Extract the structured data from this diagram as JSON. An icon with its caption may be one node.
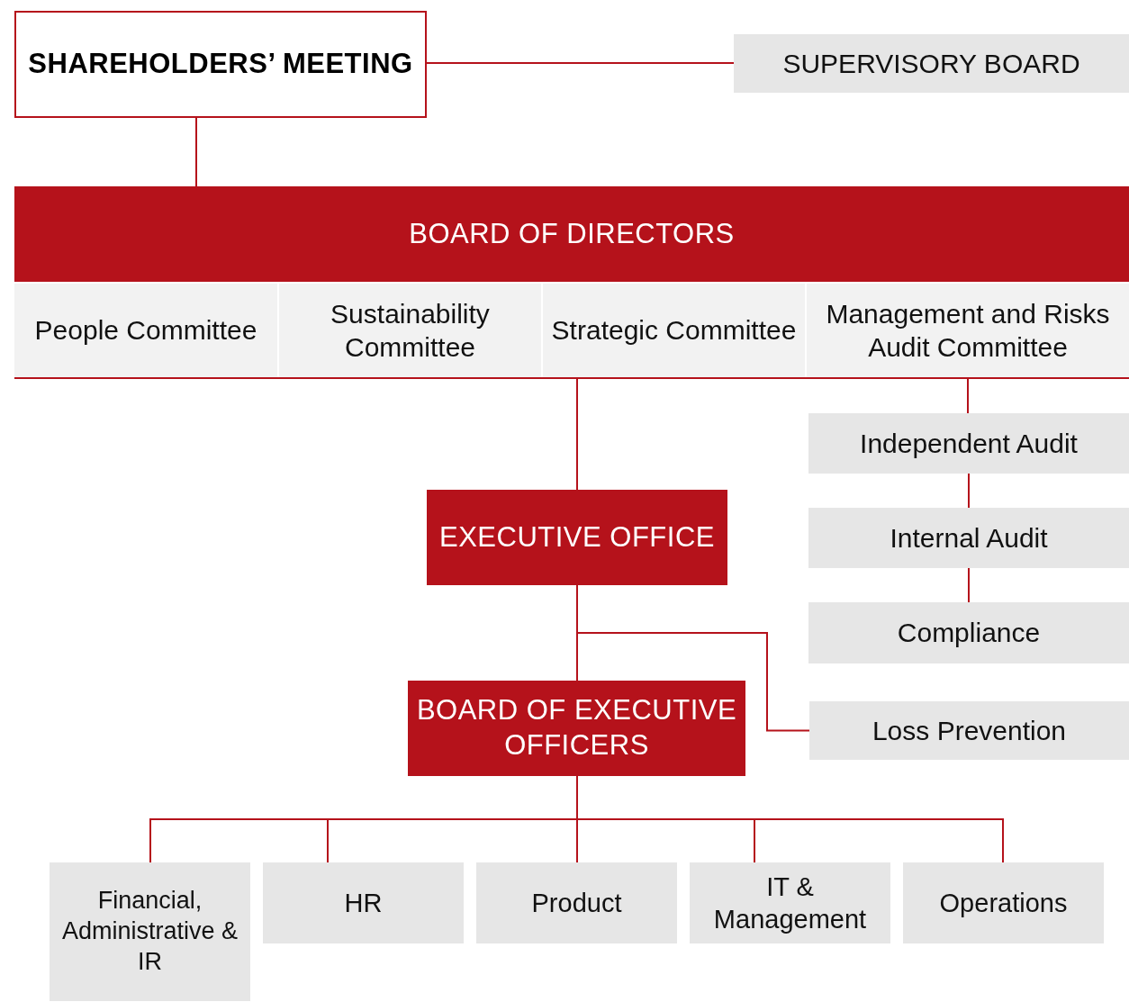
{
  "diagram": {
    "nodes": [
      {
        "text": [
          "SHAREHOLDERS’ MEETING"
        ]
      },
      {
        "text": [
          "SUPERVISORY BOARD"
        ]
      },
      {
        "text": [
          "BOARD OF DIRECTORS"
        ]
      },
      {
        "text": [
          "People Committee"
        ]
      },
      {
        "text": [
          "Sustainability Committee"
        ]
      },
      {
        "text": [
          "Strategic Committee"
        ]
      },
      {
        "text": [
          "Management and Risks Audit Committee"
        ]
      },
      {
        "text": [
          "Independent Audit"
        ]
      },
      {
        "text": [
          "Internal Audit"
        ]
      },
      {
        "text": [
          "Compliance"
        ]
      },
      {
        "text": [
          "EXECUTIVE OFFICE"
        ]
      },
      {
        "text": [
          "Loss Prevention"
        ]
      },
      {
        "text": [
          "BOARD OF EXECUTIVE OFFICERS"
        ]
      },
      {
        "text": [
          "Financial, Administrative & IR"
        ]
      },
      {
        "text": [
          "HR"
        ]
      },
      {
        "text": [
          "Product"
        ]
      },
      {
        "text": [
          "IT & Management"
        ]
      },
      {
        "text": [
          "Operations"
        ]
      }
    ],
    "edges": [
      {
        "from": 0,
        "to": 1,
        "arrow": "none"
      },
      {
        "from": 0,
        "to": 2,
        "arrow": "none"
      },
      {
        "from": 5,
        "to": 10,
        "arrow": "none"
      },
      {
        "from": 6,
        "to": 7,
        "arrow": "none"
      },
      {
        "from": 7,
        "to": 8,
        "arrow": "none"
      },
      {
        "from": 8,
        "to": 9,
        "arrow": "none"
      },
      {
        "from": 10,
        "to": 12,
        "arrow": "none"
      },
      {
        "from": 10,
        "to": 11,
        "arrow": "none"
      },
      {
        "from": 12,
        "to": 13,
        "arrow": "none"
      },
      {
        "from": 12,
        "to": 14,
        "arrow": "none"
      },
      {
        "from": 12,
        "to": 15,
        "arrow": "none"
      },
      {
        "from": 12,
        "to": 16,
        "arrow": "none"
      },
      {
        "from": 12,
        "to": 17,
        "arrow": "none"
      }
    ]
  }
}
